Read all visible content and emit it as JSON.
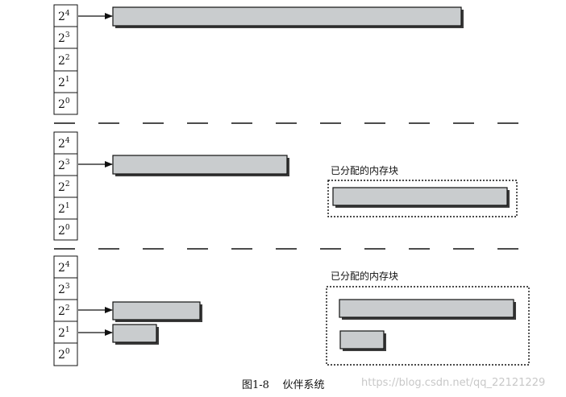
{
  "panels": [
    {
      "cells": [
        {
          "base": "2",
          "exp": "4"
        },
        {
          "base": "2",
          "exp": "3"
        },
        {
          "base": "2",
          "exp": "2"
        },
        {
          "base": "2",
          "exp": "1"
        },
        {
          "base": "2",
          "exp": "0"
        }
      ],
      "allocated_caption": ""
    },
    {
      "cells": [
        {
          "base": "2",
          "exp": "4"
        },
        {
          "base": "2",
          "exp": "3"
        },
        {
          "base": "2",
          "exp": "2"
        },
        {
          "base": "2",
          "exp": "1"
        },
        {
          "base": "2",
          "exp": "0"
        }
      ],
      "allocated_caption": "已分配的内存块"
    },
    {
      "cells": [
        {
          "base": "2",
          "exp": "4"
        },
        {
          "base": "2",
          "exp": "3"
        },
        {
          "base": "2",
          "exp": "2"
        },
        {
          "base": "2",
          "exp": "1"
        },
        {
          "base": "2",
          "exp": "0"
        }
      ],
      "allocated_caption": "已分配的内存块"
    }
  ],
  "figure_caption": "图1-8    伙伴系统",
  "watermark": "https://blog.csdn.net/qq_22121229"
}
